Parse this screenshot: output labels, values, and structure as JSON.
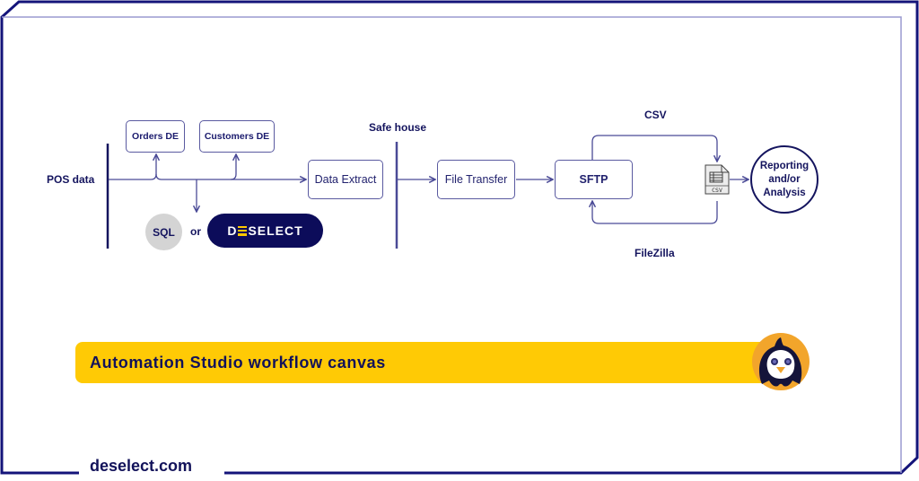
{
  "diagram": {
    "source_label": "POS data",
    "data_extensions": [
      {
        "label": "Orders DE"
      },
      {
        "label": "Customers DE"
      }
    ],
    "query_options": {
      "sql_label": "SQL",
      "or_label": "or",
      "deselect_logo": {
        "prefix": "D",
        "suffix": "SELECT"
      }
    },
    "steps": [
      {
        "label": "Data Extract"
      },
      {
        "label": "File Transfer"
      },
      {
        "label": "SFTP"
      }
    ],
    "safe_house_label": "Safe house",
    "loop_top_label": "CSV",
    "loop_bottom_label": "FileZilla",
    "csv_icon_label": "CSV",
    "destination_label_lines": [
      "Reporting",
      "and/or",
      "Analysis"
    ]
  },
  "banner": {
    "title": "Automation Studio workflow canvas"
  },
  "footer": {
    "site": "deselect.com"
  },
  "colors": {
    "navy": "#14145e",
    "line": "#4a4a96",
    "banner_yellow": "#ffca05",
    "mascot_orange": "#f2a52b"
  }
}
